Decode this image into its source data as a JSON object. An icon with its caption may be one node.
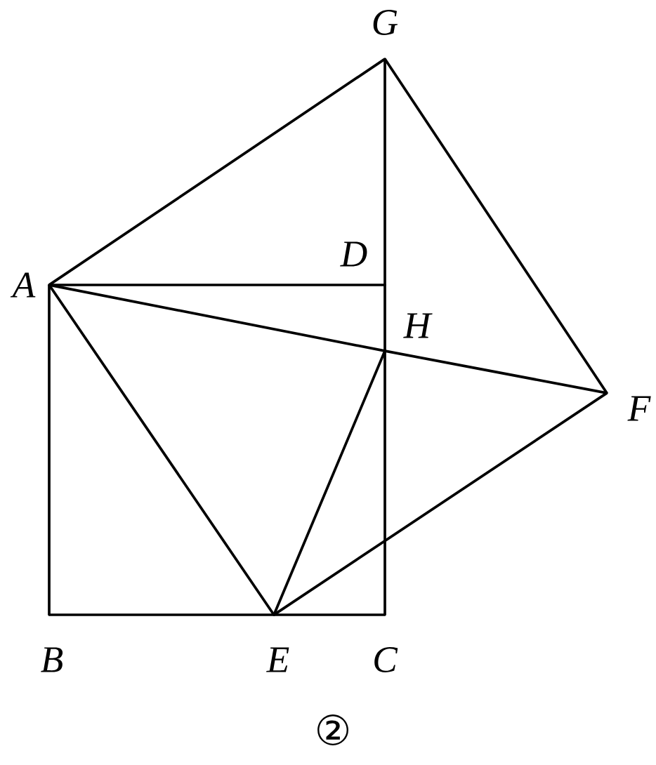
{
  "diagram": {
    "nodes": [
      {
        "text": [
          "A"
        ]
      },
      {
        "text": [
          "B"
        ]
      },
      {
        "text": [
          "C"
        ]
      },
      {
        "text": [
          "D"
        ]
      },
      {
        "text": [
          "E"
        ]
      },
      {
        "text": [
          "F"
        ]
      },
      {
        "text": [
          "G"
        ]
      },
      {
        "text": [
          "H"
        ]
      }
    ],
    "edges": [
      {
        "from": 0,
        "to": 6,
        "arrow": "none"
      },
      {
        "from": 6,
        "to": 5,
        "arrow": "none"
      },
      {
        "from": 5,
        "to": 4,
        "arrow": "none"
      },
      {
        "from": 4,
        "to": 0,
        "arrow": "none"
      },
      {
        "from": 0,
        "to": 3,
        "arrow": "none"
      },
      {
        "from": 6,
        "to": 3,
        "arrow": "none"
      },
      {
        "from": 3,
        "to": 7,
        "arrow": "none"
      },
      {
        "from": 7,
        "to": 2,
        "arrow": "none"
      },
      {
        "from": 0,
        "to": 1,
        "arrow": "none"
      },
      {
        "from": 1,
        "to": 4,
        "arrow": "none"
      },
      {
        "from": 4,
        "to": 2,
        "arrow": "none"
      },
      {
        "from": 0,
        "to": 7,
        "arrow": "none"
      },
      {
        "from": 7,
        "to": 5,
        "arrow": "none"
      },
      {
        "from": 4,
        "to": 7,
        "arrow": "none"
      }
    ],
    "labels": [
      "②"
    ]
  }
}
